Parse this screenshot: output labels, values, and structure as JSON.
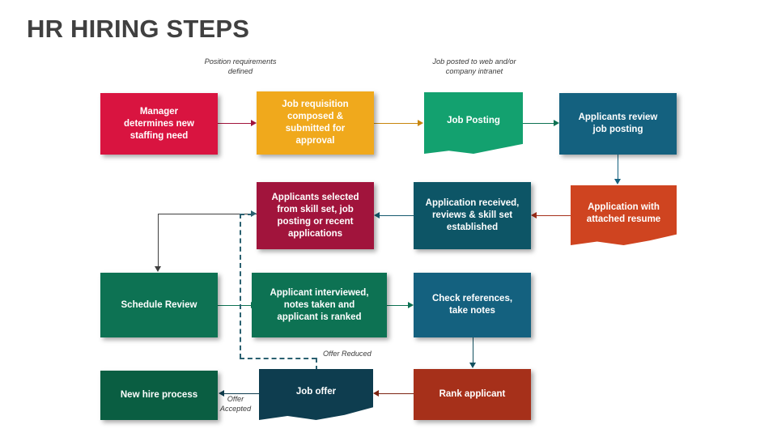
{
  "page": {
    "title": "HR HIRING STEPS",
    "background": "#ffffff",
    "title_color": "#404040"
  },
  "palette": {
    "crimson_pink": "#d91440",
    "amber": "#f0a91c",
    "emerald": "#13a16f",
    "teal_blue": "#14617f",
    "orange_red": "#cf4420",
    "dark_red": "#a1143c",
    "deep_teal": "#0d5566",
    "green": "#0d7253",
    "dark_green": "#0a5e42",
    "navy_teal": "#0e3d4f",
    "brick_red": "#a6301a",
    "line_gray": "#3f3f3f"
  },
  "nodes": [
    {
      "id": "manager",
      "label": "Manager\ndetermines new\nstaffing need",
      "color": "#d91440",
      "shape": "rect"
    },
    {
      "id": "requisition",
      "label": "Job requisition\ncomposed &\nsubmitted for\napproval",
      "color": "#f0a91c",
      "shape": "rect"
    },
    {
      "id": "job-posting",
      "label": "Job Posting",
      "color": "#13a16f",
      "shape": "document"
    },
    {
      "id": "applicants-review",
      "label": "Applicants review\njob posting",
      "color": "#14617f",
      "shape": "rect"
    },
    {
      "id": "application-resume",
      "label": "Application with\nattached resume",
      "color": "#cf4420",
      "shape": "document"
    },
    {
      "id": "application-received",
      "label": "Application received,\nreviews & skill set\nestablished",
      "color": "#0d5566",
      "shape": "rect"
    },
    {
      "id": "applicants-selected",
      "label": "Applicants selected\nfrom skill set, job\nposting or recent\napplications",
      "color": "#a1143c",
      "shape": "rect"
    },
    {
      "id": "schedule-review",
      "label": "Schedule Review",
      "color": "#0d7253",
      "shape": "rect"
    },
    {
      "id": "applicant-interviewed",
      "label": "Applicant interviewed,\nnotes taken and\napplicant is ranked",
      "color": "#0d7253",
      "shape": "rect"
    },
    {
      "id": "check-references",
      "label": "Check references,\ntake notes",
      "color": "#14617f",
      "shape": "rect"
    },
    {
      "id": "rank-applicant",
      "label": "Rank applicant",
      "color": "#a6301a",
      "shape": "rect"
    },
    {
      "id": "job-offer",
      "label": "Job offer",
      "color": "#0e3d4f",
      "shape": "document"
    },
    {
      "id": "new-hire",
      "label": "New hire process",
      "color": "#0a5e42",
      "shape": "rect"
    }
  ],
  "captions": [
    {
      "id": "position-requirements",
      "text": "Position requirements\ndefined"
    },
    {
      "id": "job-posted",
      "text": "Job posted to web and/or\ncompany intranet"
    },
    {
      "id": "offer-reduced",
      "text": "Offer Reduced"
    },
    {
      "id": "offer-accepted",
      "text": "Offer\nAccepted"
    }
  ],
  "connectors": [
    {
      "id": "manager-to-requisition",
      "from": "manager",
      "to": "requisition",
      "style": "solid",
      "color": "#a1143c"
    },
    {
      "id": "requisition-to-job-posting",
      "from": "requisition",
      "to": "job-posting",
      "style": "solid",
      "color": "#c8860d"
    },
    {
      "id": "job-posting-to-applicants-review",
      "from": "job-posting",
      "to": "applicants-review",
      "style": "solid",
      "color": "#0d7253"
    },
    {
      "id": "applicants-review-to-application",
      "from": "applicants-review",
      "to": "application-resume",
      "style": "solid",
      "color": "#14617f"
    },
    {
      "id": "application-to-received",
      "from": "application-resume",
      "to": "application-received",
      "style": "solid",
      "color": "#a6301a"
    },
    {
      "id": "received-to-selected",
      "from": "application-received",
      "to": "applicants-selected",
      "style": "solid",
      "color": "#155a6e"
    },
    {
      "id": "selected-to-schedule-review",
      "from": "applicants-selected",
      "to": "schedule-review",
      "style": "solid",
      "color": "#3f3f3f"
    },
    {
      "id": "schedule-review-to-interviewed",
      "from": "schedule-review",
      "to": "applicant-interviewed",
      "style": "solid",
      "color": "#0d7253"
    },
    {
      "id": "interviewed-to-check-references",
      "from": "applicant-interviewed",
      "to": "check-references",
      "style": "solid",
      "color": "#0d7253"
    },
    {
      "id": "check-references-to-rank",
      "from": "check-references",
      "to": "rank-applicant",
      "style": "solid",
      "color": "#12505f"
    },
    {
      "id": "rank-to-job-offer",
      "from": "rank-applicant",
      "to": "job-offer",
      "style": "solid",
      "color": "#7d2412"
    },
    {
      "id": "job-offer-to-new-hire",
      "from": "job-offer",
      "to": "new-hire",
      "style": "solid",
      "color": "#0e3d4f",
      "label": "Offer\nAccepted"
    },
    {
      "id": "job-offer-to-selected-reduced",
      "from": "job-offer",
      "to": "applicants-selected",
      "style": "dashed",
      "color": "#2a6070",
      "label": "Offer Reduced"
    }
  ]
}
